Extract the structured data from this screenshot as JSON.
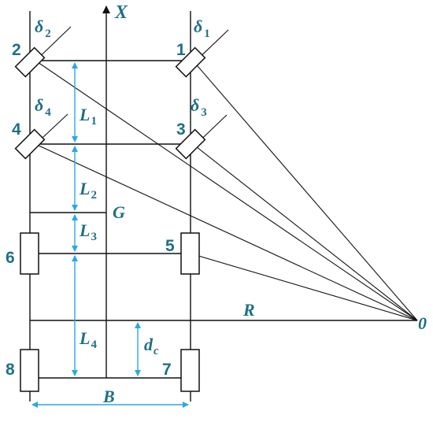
{
  "axis": {
    "x_label": "X"
  },
  "wheels": {
    "w1": "1",
    "w2": "2",
    "w3": "3",
    "w4": "4",
    "w5": "5",
    "w6": "6",
    "w7": "7",
    "w8": "8"
  },
  "angles": {
    "d1": {
      "sym": "δ",
      "sub": "1"
    },
    "d2": {
      "sym": "δ",
      "sub": "2"
    },
    "d3": {
      "sym": "δ",
      "sub": "3"
    },
    "d4": {
      "sym": "δ",
      "sub": "4"
    }
  },
  "dims": {
    "L1": {
      "sym": "L",
      "sub": "1"
    },
    "L2": {
      "sym": "L",
      "sub": "2"
    },
    "L3": {
      "sym": "L",
      "sub": "3"
    },
    "L4": {
      "sym": "L",
      "sub": "4"
    },
    "dc": {
      "sym": "d",
      "sub": "c"
    },
    "B": "B"
  },
  "points": {
    "G": "G",
    "R": "R",
    "O": "0"
  },
  "colors": {
    "labels": "#1f6f86",
    "dimension_lines": "#29a9e0",
    "lines": "#111111"
  }
}
